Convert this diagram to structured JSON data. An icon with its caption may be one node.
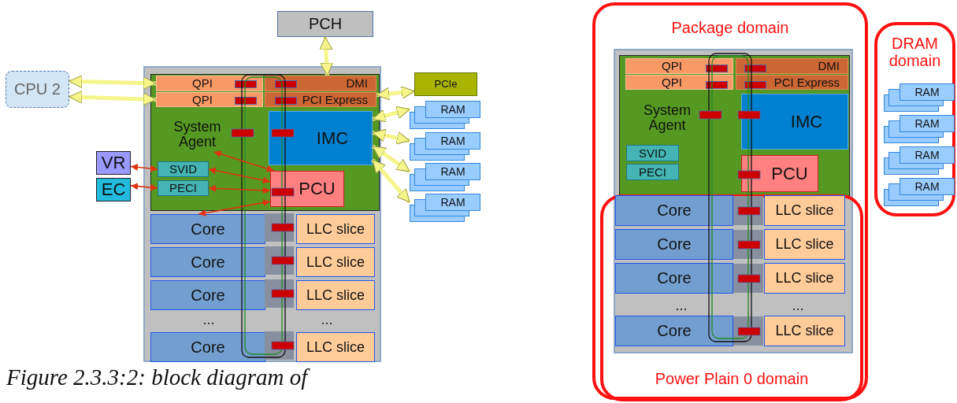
{
  "diagram": {
    "caption": "Figure 2.3.3:2: block diagram of",
    "nodes": [
      {
        "text": [
          "PCH"
        ]
      },
      {
        "text": [
          "CPU 2"
        ]
      },
      {
        "text": [],
        "shape": "box"
      },
      {
        "text": [],
        "shape": "box",
        "in": 2
      },
      {
        "text": [
          "QPI"
        ],
        "in": 3
      },
      {
        "text": [
          "DMI"
        ],
        "in": 3
      },
      {
        "text": [
          "QPI"
        ],
        "in": 3
      },
      {
        "text": [
          "PCI Express"
        ],
        "in": 3
      },
      {
        "text": [
          "PCIe"
        ]
      },
      {
        "text": [
          "RAM"
        ]
      },
      {
        "text": [
          "System Agent"
        ],
        "in": 3
      },
      {
        "text": [
          "IMC"
        ],
        "in": 3
      },
      {
        "text": [
          "RAM"
        ]
      },
      {
        "text": [
          "VR"
        ]
      },
      {
        "text": [
          "SVID"
        ],
        "in": 3
      },
      {
        "text": [
          "RAM"
        ]
      },
      {
        "text": [
          "EC"
        ]
      },
      {
        "text": [
          "PECI"
        ],
        "in": 3
      },
      {
        "text": [
          "PCU"
        ],
        "in": 3
      },
      {
        "text": [
          "RAM"
        ]
      },
      {
        "text": [
          "Core"
        ],
        "in": 2
      },
      {
        "text": [
          "LLC slice"
        ],
        "in": 2
      },
      {
        "text": [
          "Core"
        ],
        "in": 2
      },
      {
        "text": [
          "LLC slice"
        ],
        "in": 2
      },
      {
        "text": [
          "Core"
        ],
        "in": 2
      },
      {
        "text": [
          "LLC slice"
        ],
        "in": 2
      },
      {
        "text": [
          "Core"
        ],
        "in": 2
      },
      {
        "text": [
          "LLC slice"
        ],
        "in": 2
      },
      {
        "text": [
          "Package domain"
        ]
      },
      {
        "text": [],
        "shape": "box",
        "in": 28
      },
      {
        "text": [],
        "shape": "box",
        "in": 29
      },
      {
        "text": [
          "QPI"
        ],
        "in": 30
      },
      {
        "text": [
          "DMI"
        ],
        "in": 30
      },
      {
        "text": [
          "QPI"
        ],
        "in": 30
      },
      {
        "text": [
          "PCI Express"
        ],
        "in": 30
      },
      {
        "text": [
          "System Agent"
        ],
        "in": 30
      },
      {
        "text": [
          "IMC"
        ],
        "in": 30
      },
      {
        "text": [
          "SVID"
        ],
        "in": 30
      },
      {
        "text": [
          "PECI"
        ],
        "in": 30
      },
      {
        "text": [
          "PCU"
        ],
        "in": 30
      },
      {
        "text": [
          "DRAM domain"
        ]
      },
      {
        "text": [
          "RAM"
        ],
        "in": 40
      },
      {
        "text": [
          "RAM"
        ],
        "in": 40
      },
      {
        "text": [
          "RAM"
        ],
        "in": 40
      },
      {
        "text": [
          "RAM"
        ],
        "in": 40
      },
      {
        "text": [
          "Power Plain 0 domain"
        ],
        "in": 28
      },
      {
        "text": [
          "Core"
        ]
      },
      {
        "text": [
          "LLC slice"
        ]
      },
      {
        "text": [
          "Core"
        ]
      },
      {
        "text": [
          "LLC slice"
        ]
      },
      {
        "text": [
          "Core"
        ]
      },
      {
        "text": [
          "LLC slice"
        ]
      },
      {
        "text": [
          "Core"
        ]
      },
      {
        "text": [
          "LLC slice"
        ]
      }
    ],
    "edges": [
      {
        "from": 1,
        "to": 4,
        "arrow": "both"
      },
      {
        "from": 1,
        "to": 6,
        "arrow": "both"
      },
      {
        "from": 0,
        "to": 5,
        "arrow": "both"
      },
      {
        "from": 7,
        "to": 8,
        "arrow": "both"
      },
      {
        "from": 11,
        "to": 9,
        "arrow": "both"
      },
      {
        "from": 11,
        "to": 12,
        "arrow": "both"
      },
      {
        "from": 11,
        "to": 15,
        "arrow": "both"
      },
      {
        "from": 11,
        "to": 19,
        "arrow": "both"
      },
      {
        "from": 13,
        "to": 14,
        "arrow": "both",
        "color": "#dd3311"
      },
      {
        "from": 16,
        "to": 17,
        "arrow": "both",
        "color": "#dd3311"
      },
      {
        "from": 14,
        "to": 18,
        "arrow": "both",
        "color": "#dd3311"
      },
      {
        "from": 17,
        "to": 18,
        "arrow": "both",
        "color": "#dd3311"
      },
      {
        "from": 18,
        "to": 10,
        "arrow": "both",
        "color": "#dd3311"
      },
      {
        "from": 18,
        "to": 20,
        "arrow": "both",
        "color": "#dd3311"
      }
    ],
    "labels": [
      "...",
      "...",
      "...",
      "..."
    ]
  }
}
